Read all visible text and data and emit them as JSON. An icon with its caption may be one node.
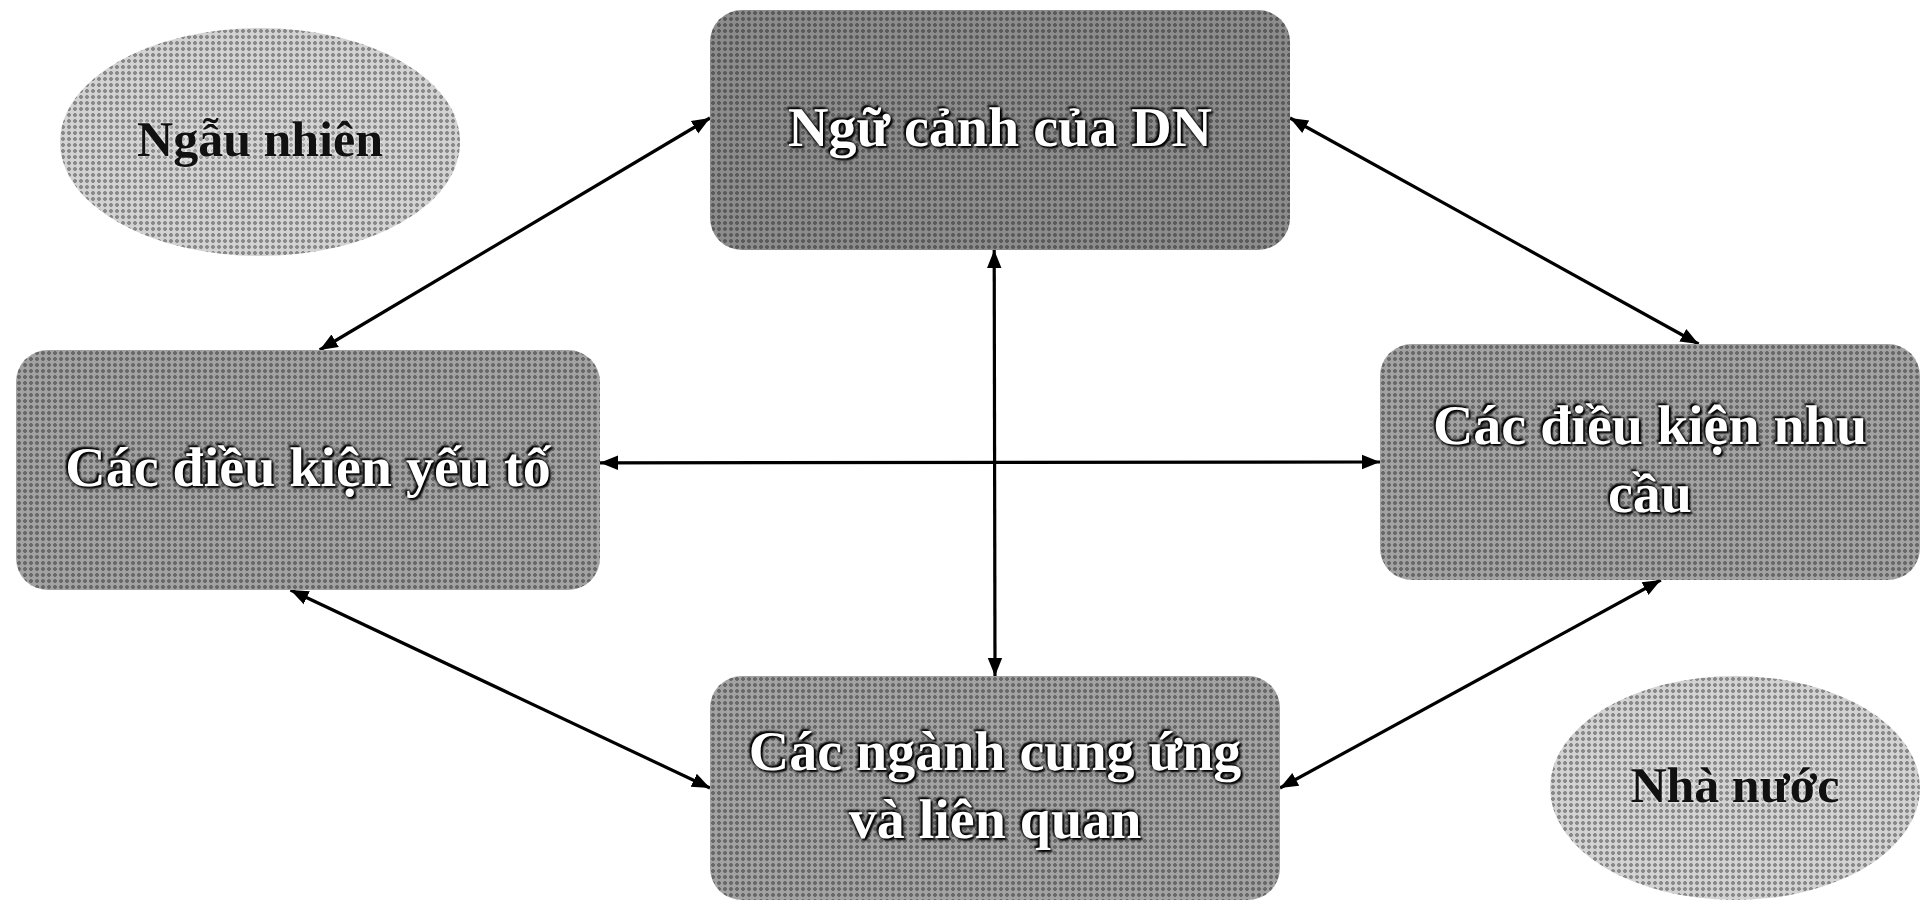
{
  "diagram": {
    "nodes": [
      {
        "text": [
          "Ngẫu nhiên"
        ]
      },
      {
        "text": [
          "Ngữ cảnh của DN"
        ]
      },
      {
        "text": [
          "Các điều kiện yếu tố"
        ]
      },
      {
        "text": [
          "Các điều kiện nhu cầu"
        ]
      },
      {
        "text": [
          "Các ngành cung ứng và liên quan"
        ]
      },
      {
        "text": [
          "Nhà nước"
        ]
      }
    ],
    "edges": [
      {
        "from": 1,
        "to": 2,
        "arrow": "both"
      },
      {
        "from": 1,
        "to": 3,
        "arrow": "both"
      },
      {
        "from": 1,
        "to": 4,
        "arrow": "both"
      },
      {
        "from": 2,
        "to": 3,
        "arrow": "both"
      },
      {
        "from": 2,
        "to": 4,
        "arrow": "both"
      },
      {
        "from": 3,
        "to": 4,
        "arrow": "both"
      }
    ]
  }
}
